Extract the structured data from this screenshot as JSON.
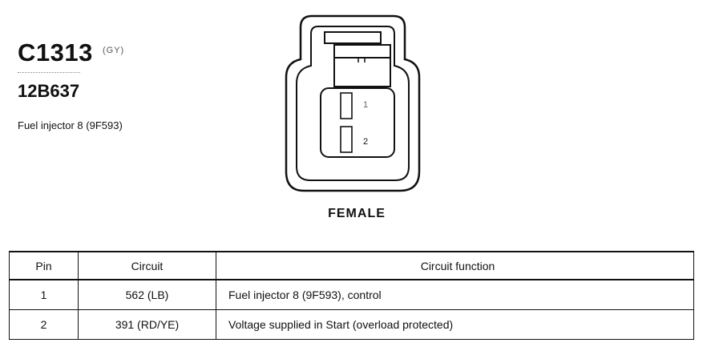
{
  "connector": {
    "id": "C1313",
    "color_code": "(GY)",
    "part_number": "12B637",
    "description": "Fuel injector 8 (9F593)"
  },
  "diagram": {
    "view_label": "FEMALE",
    "pin_labels": [
      "1",
      "2"
    ]
  },
  "table": {
    "headers": {
      "pin": "Pin",
      "circuit": "Circuit",
      "function": "Circuit function"
    },
    "rows": [
      {
        "pin": "1",
        "circuit": "562 (LB)",
        "function": "Fuel injector 8 (9F593), control"
      },
      {
        "pin": "2",
        "circuit": "391 (RD/YE)",
        "function": "Voltage supplied in Start (overload protected)"
      }
    ]
  }
}
